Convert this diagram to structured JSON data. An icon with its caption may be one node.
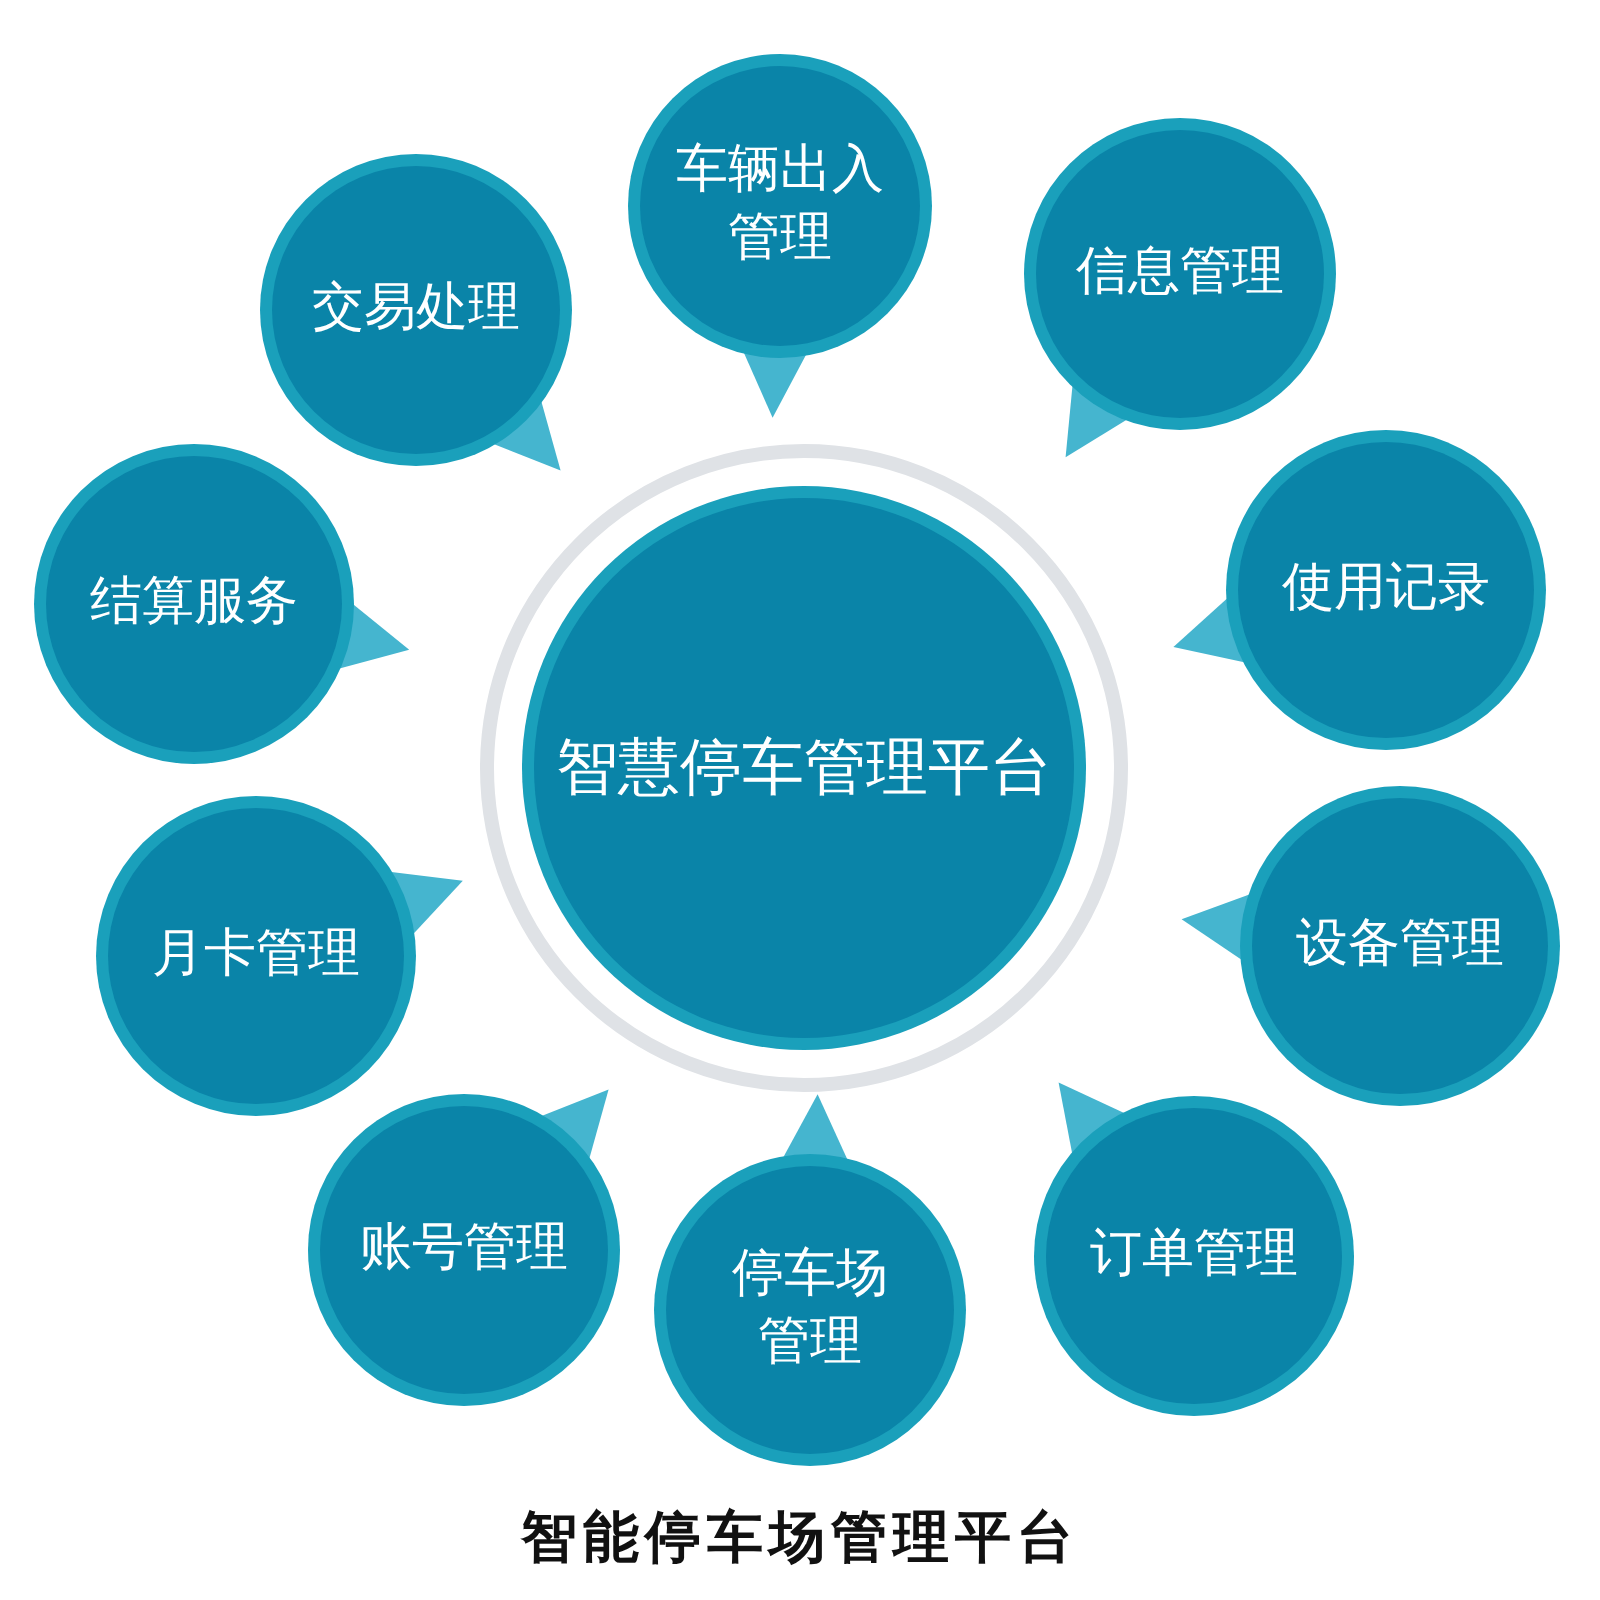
{
  "diagram": {
    "caption": "智能停车场管理平台",
    "nodes": [
      {
        "text": [
          "智慧停车管理平台"
        ]
      },
      {
        "text": [
          "车辆出入管理"
        ]
      },
      {
        "text": [
          "信息管理"
        ]
      },
      {
        "text": [
          "使用记录"
        ]
      },
      {
        "text": [
          "设备管理"
        ]
      },
      {
        "text": [
          "订单管理"
        ]
      },
      {
        "text": [
          "停车场管理"
        ]
      },
      {
        "text": [
          "账号管理"
        ]
      },
      {
        "text": [
          "月卡管理"
        ]
      },
      {
        "text": [
          "结算服务"
        ]
      },
      {
        "text": [
          "交易处理"
        ]
      }
    ]
  }
}
